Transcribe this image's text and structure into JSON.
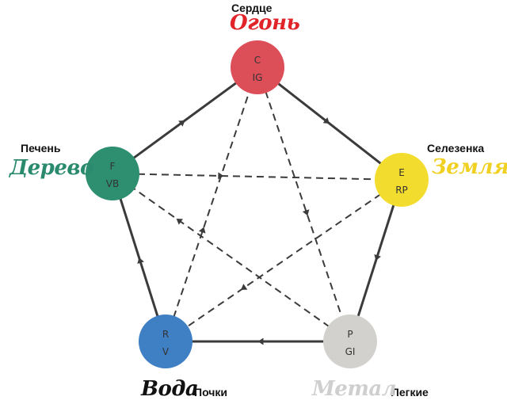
{
  "colors": {
    "fire": "#dc4e58",
    "earth": "#f2dc2e",
    "metal": "#d3d1cd",
    "water": "#3f7fc4",
    "wood": "#2e8e70",
    "line": "#3b3b3b",
    "fire_text": "#e0242a",
    "earth_text": "#f0d020",
    "metal_text": "#cfcfcf",
    "water_text": "#111111",
    "wood_text": "#2a8a6e"
  },
  "nodes": [
    {
      "id": "fire",
      "top": "C",
      "bottom": "IG",
      "organ": "Сердце",
      "element": "Огонь"
    },
    {
      "id": "earth",
      "top": "E",
      "bottom": "RP",
      "organ": "Селезенка",
      "element": "Земля"
    },
    {
      "id": "metal",
      "top": "P",
      "bottom": "GI",
      "organ": "Легкие",
      "element": "Метал"
    },
    {
      "id": "water",
      "top": "R",
      "bottom": "V",
      "organ": "Почки",
      "element": "Вода"
    },
    {
      "id": "wood",
      "top": "F",
      "bottom": "VB",
      "organ": "Печень",
      "element": "Дерево"
    }
  ],
  "generating_cycle": [
    [
      "fire",
      "earth"
    ],
    [
      "earth",
      "metal"
    ],
    [
      "metal",
      "water"
    ],
    [
      "water",
      "wood"
    ],
    [
      "wood",
      "fire"
    ]
  ],
  "controlling_cycle": [
    [
      "fire",
      "metal"
    ],
    [
      "metal",
      "wood"
    ],
    [
      "wood",
      "earth"
    ],
    [
      "earth",
      "water"
    ],
    [
      "water",
      "fire"
    ]
  ]
}
